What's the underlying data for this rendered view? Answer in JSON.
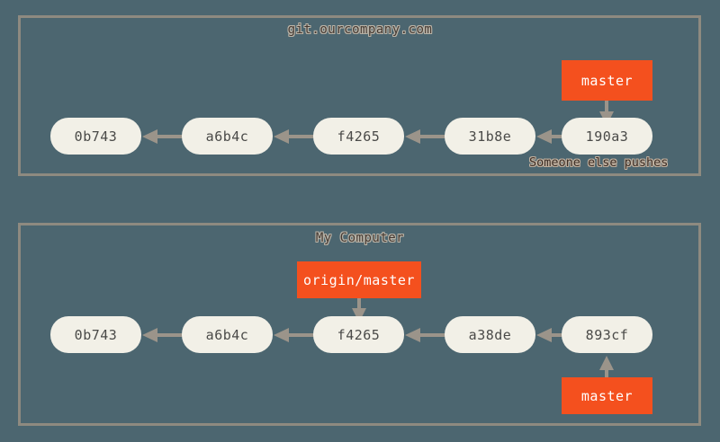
{
  "figure": {
    "background_color": "#4c6670",
    "panel_border_color": "#8e8a80",
    "commit_fill": "#f2f0e7",
    "commit_text_color": "#4a4a48",
    "ref_fill": "#f4501e",
    "ref_text_color": "#ffffff",
    "arrow_color": "#9b948a",
    "title_text_color": "#453a33"
  },
  "panels": [
    {
      "id": "remote",
      "title": "git.ourcompany.com",
      "commits": [
        "0b743",
        "a6b4c",
        "f4265",
        "31b8e",
        "190a3"
      ],
      "refs": [
        {
          "label": "master",
          "points_to": "190a3",
          "direction": "down"
        }
      ],
      "note": "Someone else pushes"
    },
    {
      "id": "local",
      "title": "My Computer",
      "commits": [
        "0b743",
        "a6b4c",
        "f4265",
        "a38de",
        "893cf"
      ],
      "refs": [
        {
          "label": "origin/master",
          "points_to": "f4265",
          "direction": "down"
        },
        {
          "label": "master",
          "points_to": "893cf",
          "direction": "up"
        }
      ],
      "note": ""
    }
  ]
}
